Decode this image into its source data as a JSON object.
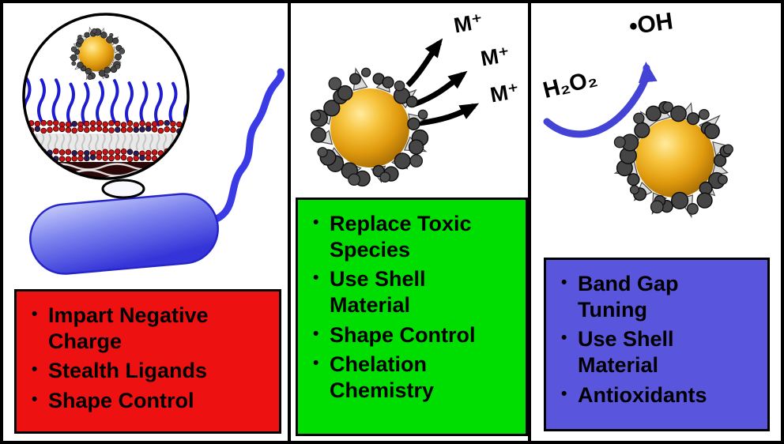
{
  "panels": [
    {
      "id": "membrane-interaction",
      "box": {
        "color": "#ee1111",
        "items": [
          "Impart Negative\nCharge",
          "Stealth Ligands",
          "Shape Control"
        ]
      }
    },
    {
      "id": "ion-release",
      "ion_labels": [
        "M⁺",
        "M⁺",
        "M⁺"
      ],
      "box": {
        "color": "#00dd00",
        "items": [
          "Replace Toxic\nSpecies",
          "Use Shell\nMaterial",
          "Shape Control",
          "Chelation\nChemistry"
        ]
      }
    },
    {
      "id": "ros-scavenging",
      "reactant_label": "H₂O₂",
      "product_label": "•OH",
      "box": {
        "color": "#5a55dd",
        "items": [
          "Band Gap\nTuning",
          "Use Shell\nMaterial",
          "Antioxidants"
        ]
      }
    }
  ],
  "icons": {
    "nanoparticle": "gold core with dark shell nanoparticle",
    "bacterium": "bacterium with flagellum",
    "membrane_zoom": "magnified membrane cross-section",
    "ion_arrows": "ion release arrows",
    "ros_arrow": "H2O2 to OH conversion arrow"
  },
  "colors": {
    "red_box": "#ee1111",
    "green_box": "#00dd00",
    "blue_box": "#5a55dd",
    "gold": "#e09a0e",
    "shell": "#454545",
    "bacterium_blue": "#3c3ce0"
  }
}
